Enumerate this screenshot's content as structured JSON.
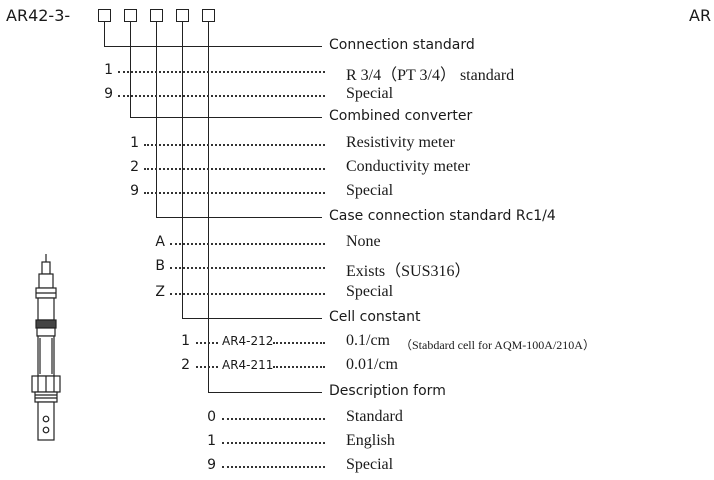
{
  "model_prefix": "AR42-3-",
  "cut_off_text": "AR",
  "sections": [
    {
      "heading": "Connection standard",
      "options": [
        {
          "code": "1",
          "desc": "R 3/4（PT 3/4） standard"
        },
        {
          "code": "9",
          "desc": "Special"
        }
      ]
    },
    {
      "heading": "Combined converter",
      "options": [
        {
          "code": "1",
          "desc": "Resistivity meter"
        },
        {
          "code": "2",
          "desc": "Conductivity meter"
        },
        {
          "code": "9",
          "desc": "Special"
        }
      ]
    },
    {
      "heading": "Case connection standard Rc1/4",
      "options": [
        {
          "code": "A",
          "desc": "None"
        },
        {
          "code": "B",
          "desc": "Exists（SUS316）"
        },
        {
          "code": "Z",
          "desc": "Special"
        }
      ]
    },
    {
      "heading": "Cell constant",
      "options": [
        {
          "code": "1",
          "part": "AR4-212",
          "desc": "0.1/cm",
          "note": "（Stabdard cell for AQM-100A/210A）"
        },
        {
          "code": "2",
          "part": "AR4-211",
          "desc": "0.01/cm"
        }
      ]
    },
    {
      "heading": "Description form",
      "options": [
        {
          "code": "0",
          "desc": "Standard"
        },
        {
          "code": "1",
          "desc": "English"
        },
        {
          "code": "9",
          "desc": "Special"
        }
      ]
    }
  ],
  "sensor_icon": "conductivity-cell-sensor-icon"
}
